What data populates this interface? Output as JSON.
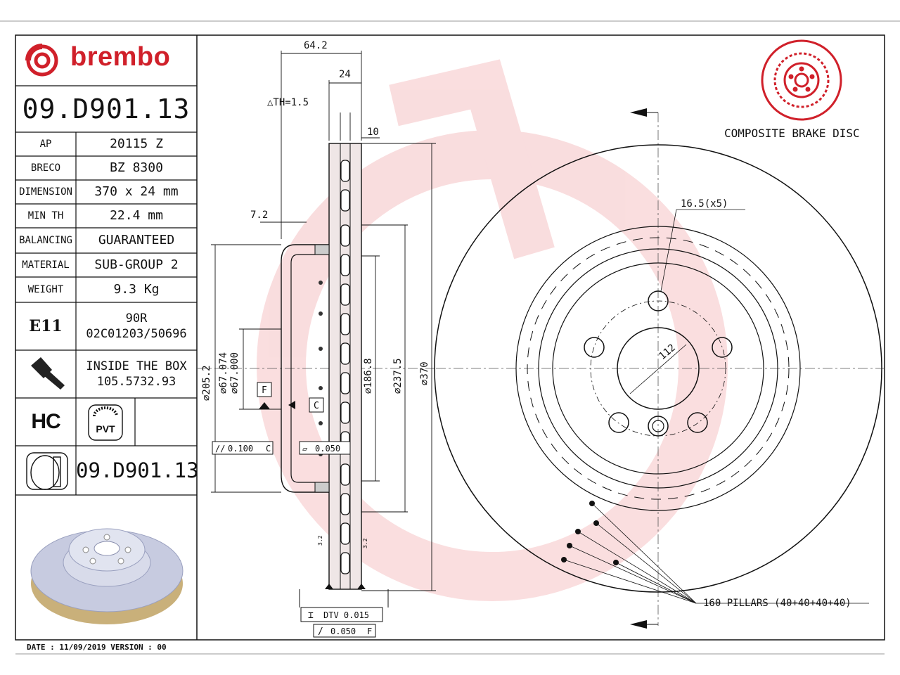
{
  "brand": {
    "name": "brembo",
    "color": "#d0202a"
  },
  "part_number": "09.D901.13",
  "specs": [
    {
      "label": "AP",
      "value": "20115 Z"
    },
    {
      "label": "BRECO",
      "value": "BZ 8300"
    },
    {
      "label": "DIMENSION",
      "value": "370 x 24 mm"
    },
    {
      "label": "MIN TH",
      "value": "22.4 mm"
    },
    {
      "label": "BALANCING",
      "value": "GUARANTEED"
    },
    {
      "label": "MATERIAL",
      "value": "SUB-GROUP 2"
    },
    {
      "label": "WEIGHT",
      "value": "9.3 Kg"
    }
  ],
  "approval": {
    "mark": "E11",
    "line1": "90R",
    "line2": "02C01203/50696"
  },
  "box": {
    "line1": "INSIDE THE BOX",
    "line2": "105.5732.93"
  },
  "badges": {
    "hc": "HC",
    "pvt": "PVT"
  },
  "part_number_bottom": "09.D901.13",
  "footer": "DATE : 11/09/2019 VERSION : 00",
  "disc_title": "COMPOSITE BRAKE DISC",
  "dimensions": {
    "total_width": "64.2",
    "thickness": "24",
    "th_tolerance": "△TH=1.5",
    "rib": "10",
    "offset": "7.2",
    "d_hat": "⌀205.2",
    "d_bore_max": "⌀67.074",
    "d_bore_min": "⌀67.000",
    "d_inner": "⌀186.8",
    "d_mid": "⌀237.5",
    "d_outer": "⌀370",
    "datum_f": "F",
    "datum_c": "C",
    "parallel": "0.100",
    "flatness": "0.050",
    "dtv": "DTV 0.015",
    "runout": "0.050",
    "runout_datum": "F",
    "holes": "16.5(x5)",
    "pcd": "112",
    "pillars": "160 PILLARS (40+40+40+40)",
    "small_dim": "3.2"
  }
}
